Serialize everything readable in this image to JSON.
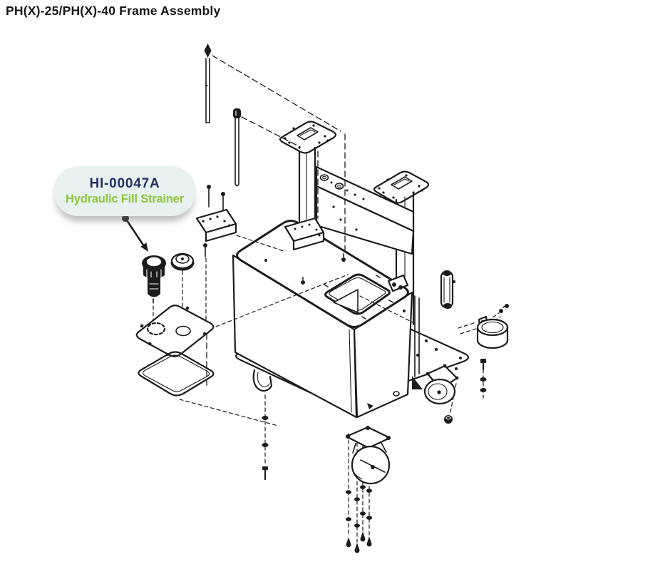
{
  "window": {
    "title": "PH(X)-25/PH(X)-40 Frame Assembly"
  },
  "callout": {
    "part_number": "HI-00047A",
    "part_name": "Hydraulic Fill Strainer"
  },
  "colors": {
    "title": "#161616",
    "line": "#1c1c1c",
    "callout-bg": "#e7f1ef",
    "part-number": "#232e66",
    "part-name": "#8cc63e",
    "shadow": "rgba(125,125,125,0.5)"
  }
}
